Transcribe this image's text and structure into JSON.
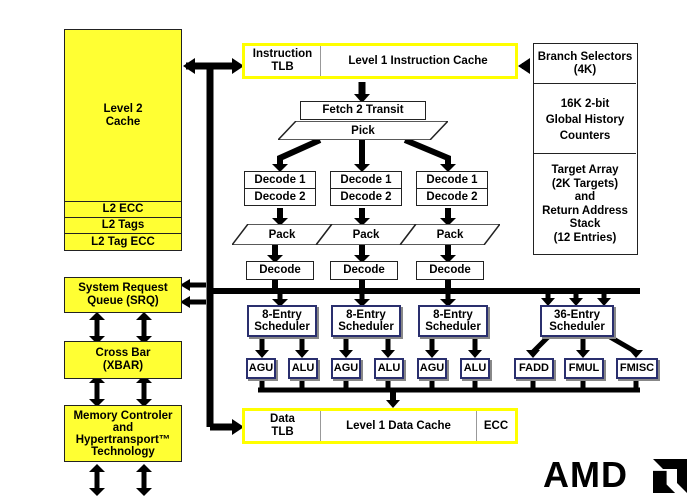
{
  "l2": {
    "cache": "Level 2\nCache",
    "ecc": "L2 ECC",
    "tags": "L2 Tags",
    "tag_ecc": "L2 Tag ECC"
  },
  "srq": "System Request\nQueue (SRQ)",
  "xbar": "Cross Bar\n(XBAR)",
  "mem": "Memory Controler\nand\nHypertransport™\nTechnology",
  "icache": {
    "tlb": "Instruction\nTLB",
    "cache": "Level 1 Instruction Cache"
  },
  "branch": {
    "selectors": "Branch Selectors\n(4K)",
    "history": "16K 2-bit\nGlobal History\nCounters",
    "target": "Target Array\n(2K Targets)\nand\nReturn Address\nStack\n(12 Entries)"
  },
  "fetch": "Fetch 2 Transit",
  "pick": "Pick",
  "decode_pipes": [
    {
      "decode1": "Decode 1",
      "decode2": "Decode 2",
      "pack": "Pack",
      "decode": "Decode"
    },
    {
      "decode1": "Decode 1",
      "decode2": "Decode 2",
      "pack": "Pack",
      "decode": "Decode"
    },
    {
      "decode1": "Decode 1",
      "decode2": "Decode 2",
      "pack": "Pack",
      "decode": "Decode"
    }
  ],
  "schedulers": [
    "8-Entry\nScheduler",
    "8-Entry\nScheduler",
    "8-Entry\nScheduler",
    "36-Entry\nScheduler"
  ],
  "exec_units": [
    "AGU",
    "ALU",
    "AGU",
    "ALU",
    "AGU",
    "ALU",
    "FADD",
    "FMUL",
    "FMISC"
  ],
  "dcache": {
    "tlb": "Data\nTLB",
    "cache": "Level 1 Data Cache",
    "ecc": "ECC"
  },
  "logo": "AMD",
  "colors": {
    "highlight": "#ffff33",
    "unit_border": "#2a2f6e",
    "wire": "#000000"
  }
}
